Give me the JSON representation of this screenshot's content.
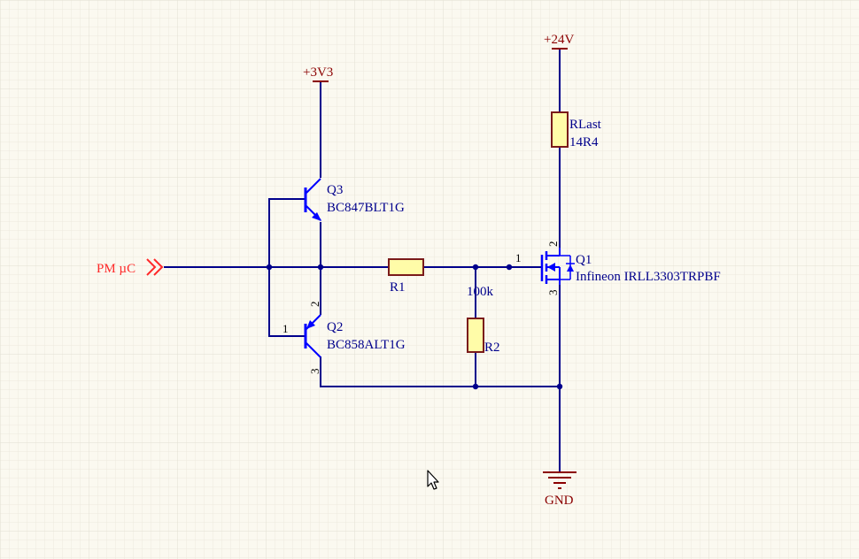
{
  "schematic": {
    "power_labels": {
      "v3": "+3V3",
      "v24": "+24V",
      "gnd": "GND"
    },
    "port": {
      "label": "PM µC"
    },
    "components": {
      "q3": {
        "designator": "Q3",
        "part": "BC847BLT1G"
      },
      "q2": {
        "designator": "Q2",
        "part": "BC858ALT1G",
        "pin_1": "1",
        "pin_2": "2",
        "pin_3": "3"
      },
      "q1": {
        "designator": "Q1",
        "part": "Infineon IRLL3303TRPBF",
        "pin_1": "1",
        "pin_2": "2",
        "pin_3": "3"
      },
      "r1": {
        "designator": "R1",
        "value": "100k"
      },
      "r2": {
        "designator": "R2"
      },
      "rlast": {
        "designator": "RLast",
        "value": "14R4"
      }
    },
    "colors": {
      "background": "#fbf9f0",
      "grid": "#ece9de",
      "wire": "#00008c",
      "symbol": "#0000ff",
      "power": "#8b0000",
      "port": "#ff2a2a",
      "resistor_fill": "#fffca8",
      "resistor_stroke": "#7a1a1a"
    }
  }
}
